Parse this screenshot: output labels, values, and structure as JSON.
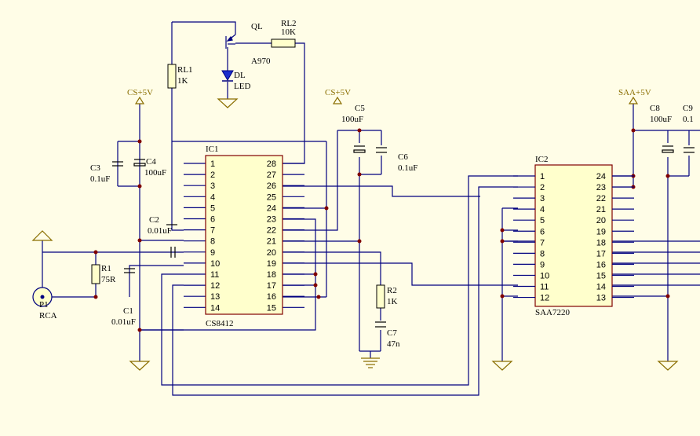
{
  "colors": {
    "background": "#fffde7",
    "chip_fill": "#ffffcc",
    "wire": "#000080",
    "power": "#8a6e00",
    "led": "#1a2ecc"
  },
  "power_labels": {
    "cs_1": "CS+5V",
    "cs_2": "CS+5V",
    "saa": "SAA+5V"
  },
  "components": {
    "ql_name": "QL",
    "ql_value": "A970",
    "rl2_name": "RL2",
    "rl2_value": "10K",
    "rl1_name": "RL1",
    "rl1_value": "1K",
    "dl_name": "DL",
    "dl_value": "LED",
    "c3_name": "C3",
    "c3_value": "0.1uF",
    "c4_name": "C4",
    "c4_value": "100uF",
    "c2_name": "C2",
    "c2_value": "0.01uF",
    "c5_name": "C5",
    "c5_value": "100uF",
    "c6_name": "C6",
    "c6_value": "0.1uF",
    "r1_name": "R1",
    "r1_value": "75R",
    "p1_name": "P1",
    "p1_value": "RCA",
    "c1_name": "C1",
    "c1_value": "0.01uF",
    "r2_name": "R2",
    "r2_value": "1K",
    "c7_name": "C7",
    "c7_value": "47n",
    "c8_name": "C8",
    "c8_value": "100uF",
    "c9_name": "C9",
    "c9_value": "0.1"
  },
  "ic1": {
    "ref": "IC1",
    "part": "CS8412",
    "left_pins": [
      "1",
      "2",
      "3",
      "4",
      "5",
      "6",
      "7",
      "8",
      "9",
      "10",
      "11",
      "12",
      "13",
      "14"
    ],
    "right_pins": [
      "28",
      "27",
      "26",
      "25",
      "24",
      "23",
      "22",
      "21",
      "20",
      "19",
      "18",
      "17",
      "16",
      "15"
    ]
  },
  "ic2": {
    "ref": "IC2",
    "part": "SAA7220",
    "left_pins": [
      "1",
      "2",
      "3",
      "4",
      "5",
      "6",
      "7",
      "8",
      "9",
      "10",
      "11",
      "12"
    ],
    "right_pins": [
      "24",
      "23",
      "22",
      "21",
      "20",
      "19",
      "18",
      "17",
      "16",
      "15",
      "14",
      "13"
    ]
  }
}
